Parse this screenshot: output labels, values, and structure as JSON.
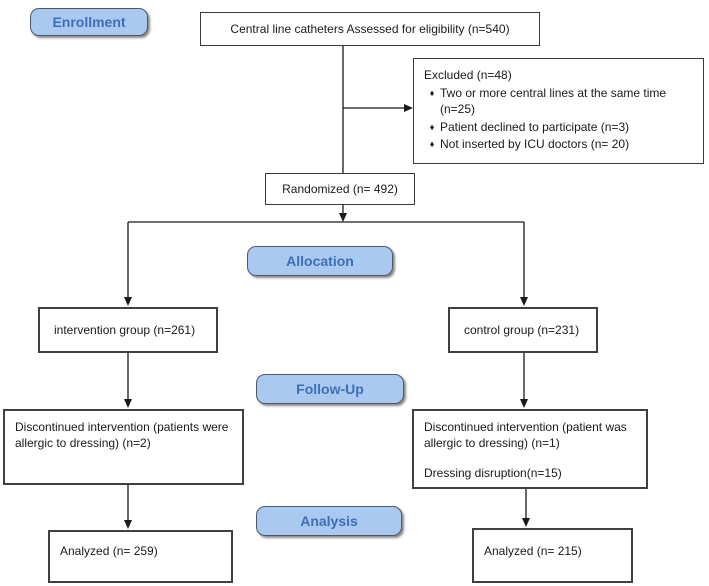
{
  "stage_labels": {
    "enrollment": "Enrollment",
    "allocation": "Allocation",
    "follow_up": "Follow-Up",
    "analysis": "Analysis"
  },
  "boxes": {
    "eligibility": "Central line catheters Assessed for eligibility (n=540)",
    "excluded": {
      "title": "Excluded (n=48)",
      "bullet": "♦",
      "items": [
        "Two or more central lines at the same time (n=25)",
        "Patient declined to participate (n=3)",
        "Not inserted by ICU doctors (n= 20)"
      ]
    },
    "randomized": "Randomized (n= 492)",
    "intervention_group": "intervention group (n=261)",
    "control_group": "control group (n=231)",
    "discontinued_intervention": "Discontinued intervention (patients were allergic to dressing) (n=2)",
    "discontinued_control_line1": "Discontinued intervention (patient was allergic to dressing) (n=1)",
    "discontinued_control_line2": "Dressing disruption(n=15)",
    "analyzed_intervention": "Analyzed (n= 259)",
    "analyzed_control": "Analyzed (n= 215)"
  },
  "colors": {
    "badge_fill": "#a9c9f1",
    "badge_text": "#3e6fb5",
    "box_border": "#3a3a3a",
    "connector": "#1a1a1a"
  }
}
